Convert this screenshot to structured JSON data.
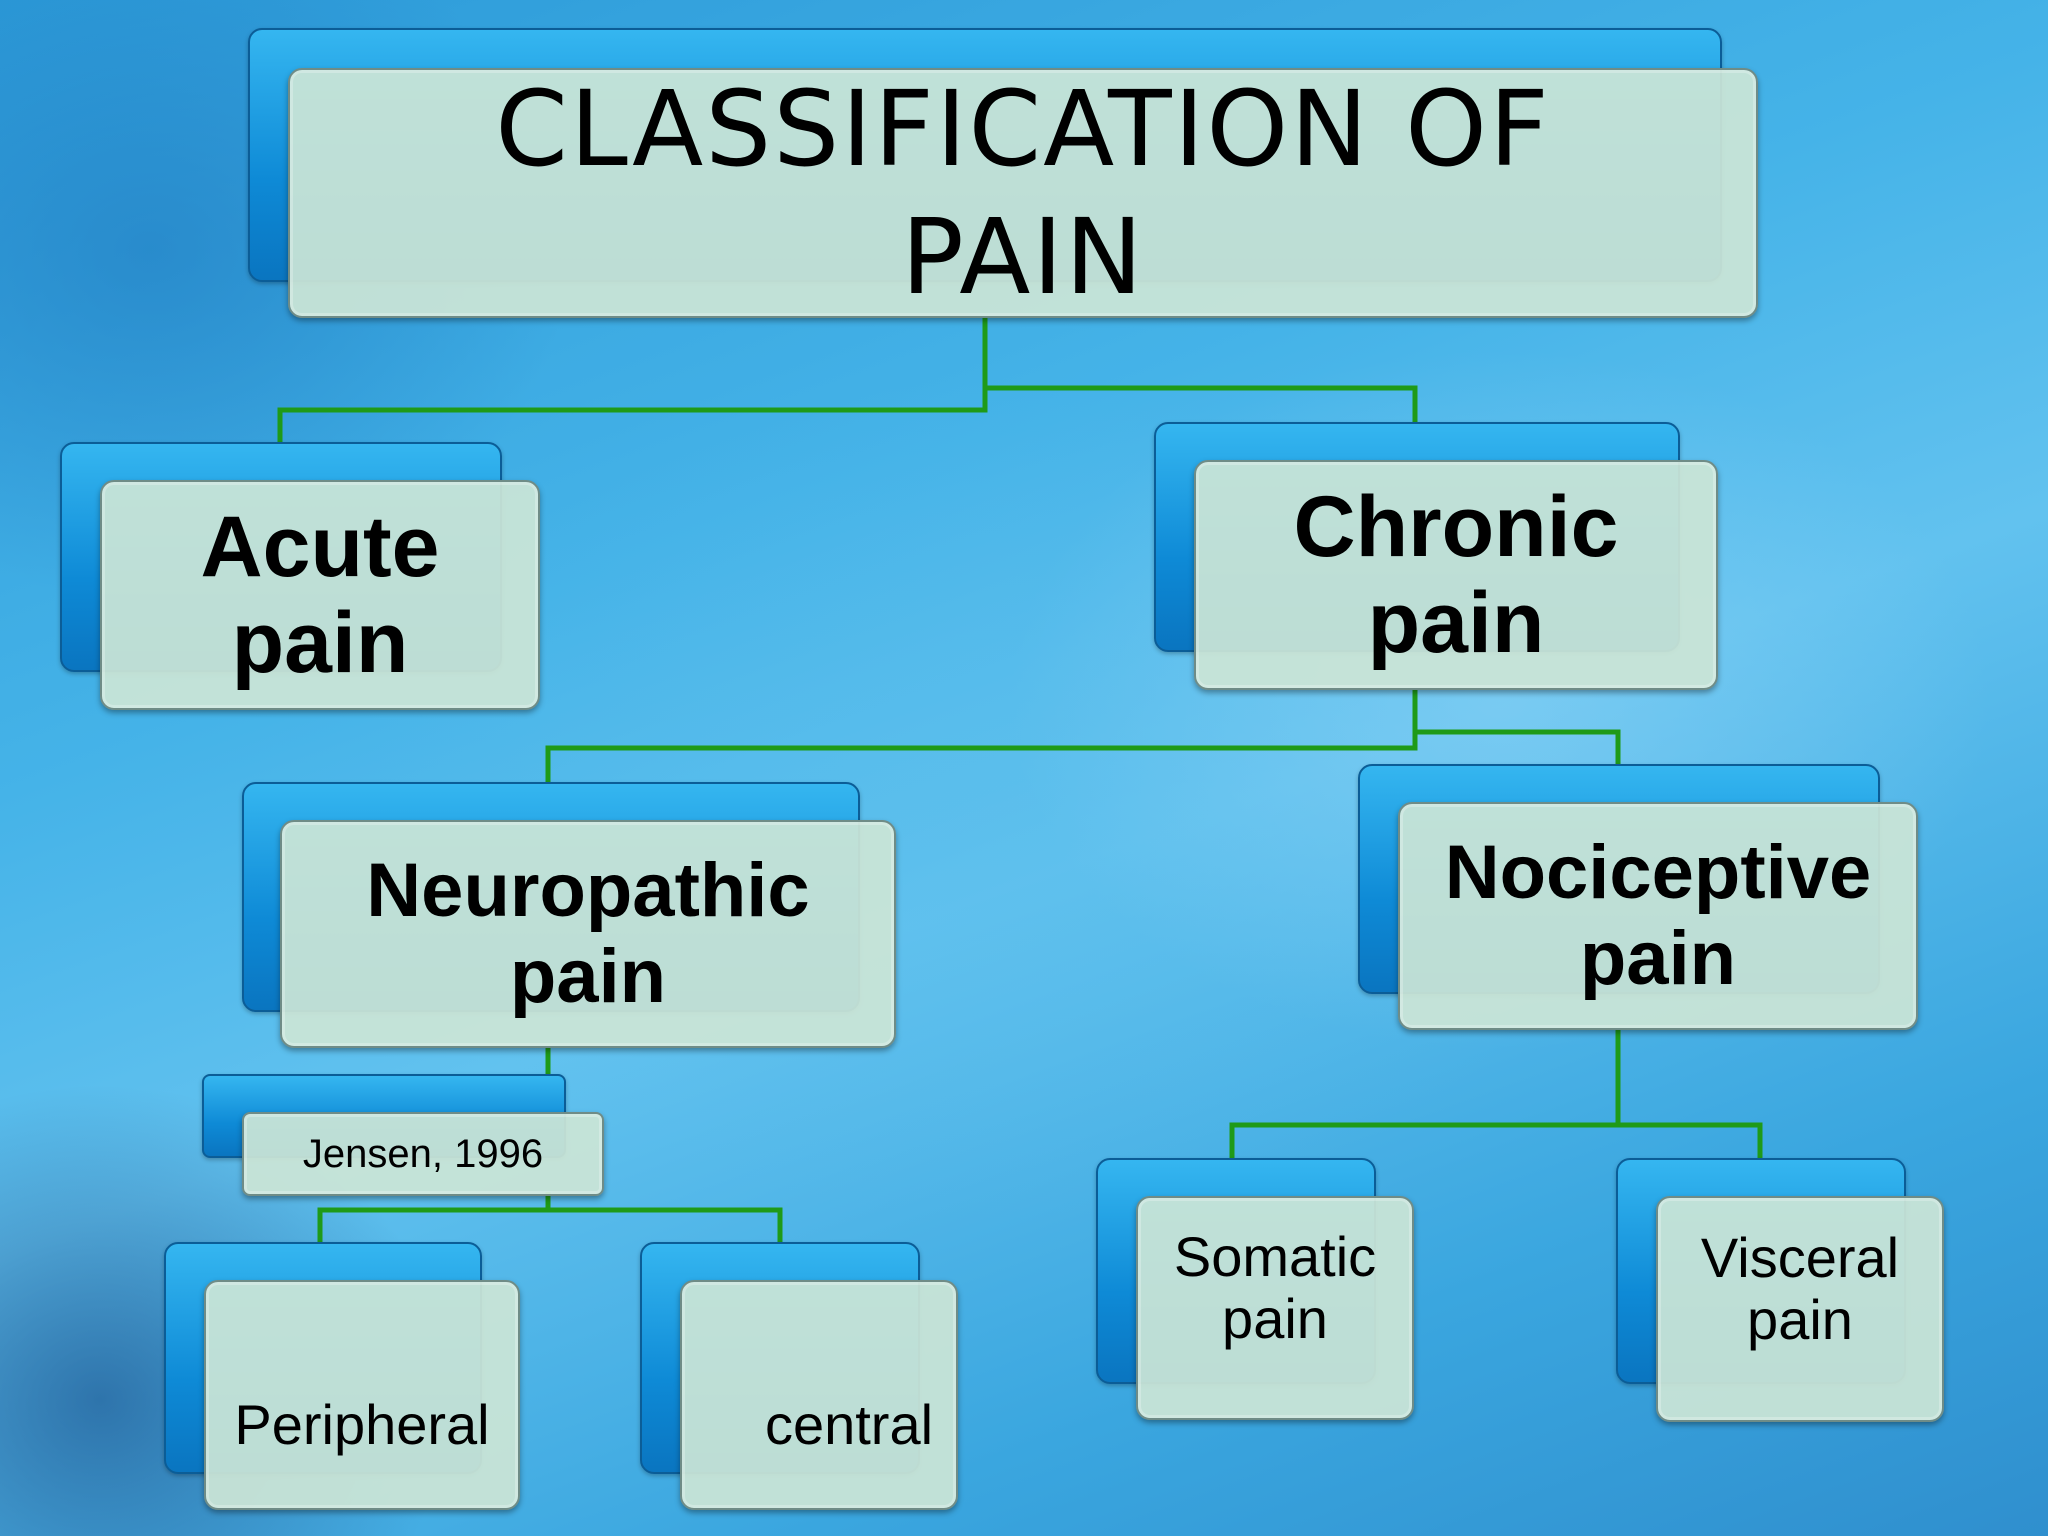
{
  "diagram": {
    "title": "CLASSIFICATION OF\nPAIN",
    "nodes": {
      "acute": "Acute\npain",
      "chronic": "Chronic\npain",
      "neuropathic": "Neuropathic\npain",
      "nociceptive": "Nociceptive\npain",
      "citation": "Jensen, 1996",
      "peripheral": "Peripheral",
      "central": "central",
      "somatic": "Somatic\npain",
      "visceral": "Visceral\npain"
    },
    "colors": {
      "connector": "#1f9a18",
      "node_back": "#0e8ad6",
      "node_front": "#cbe5d6",
      "background": "#45b3e8"
    }
  }
}
